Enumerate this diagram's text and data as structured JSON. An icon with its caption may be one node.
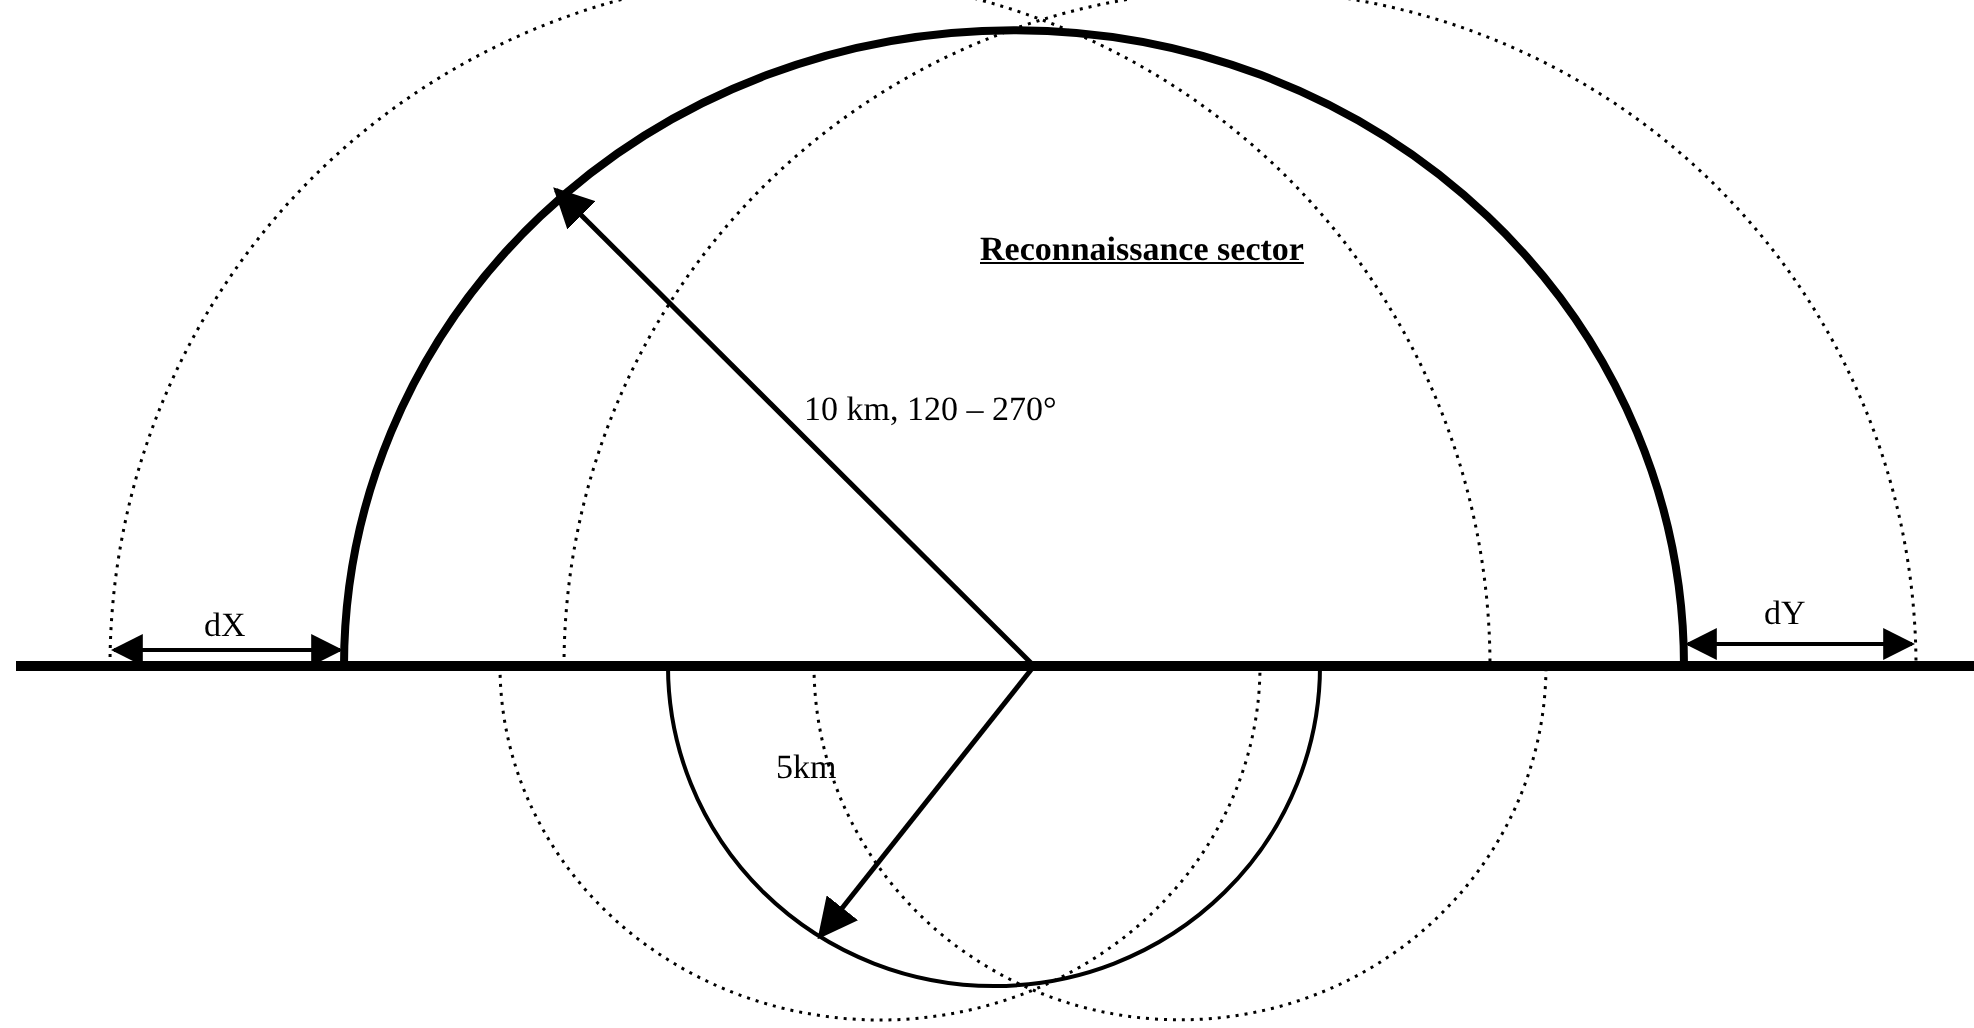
{
  "diagram": {
    "labels": [
      "Reconnaissance sector",
      "10 km, 120 – 270°",
      "dX",
      "dY",
      "5km"
    ]
  }
}
